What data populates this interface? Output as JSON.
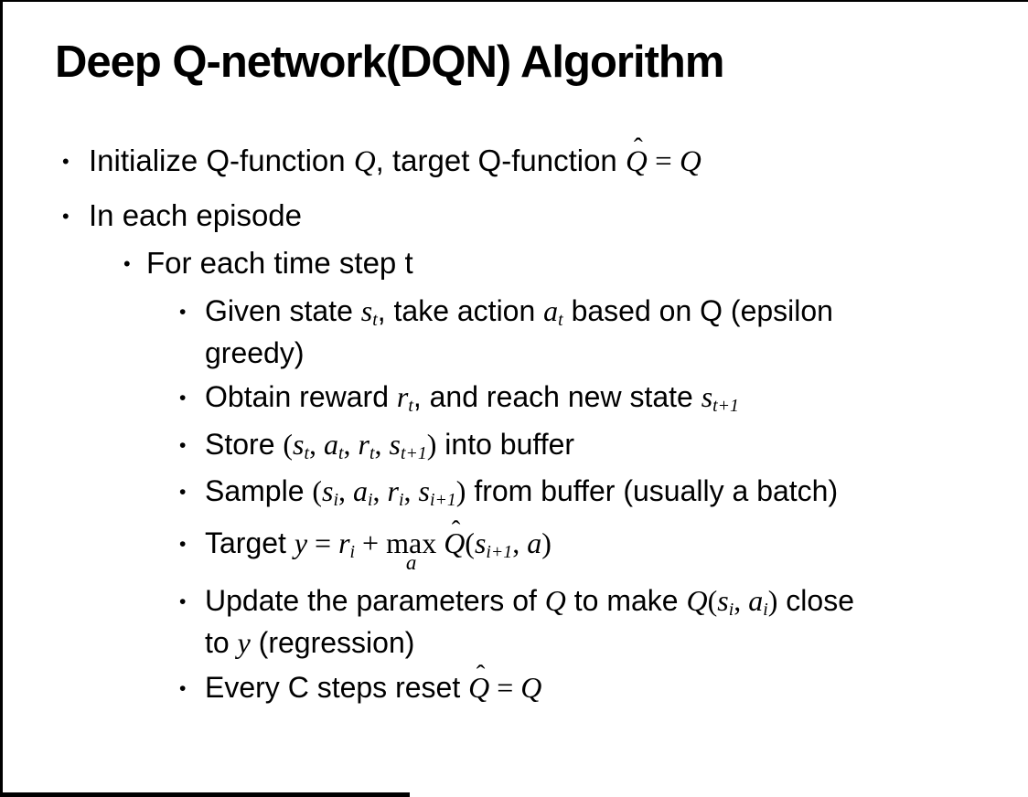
{
  "slide": {
    "title": "Deep Q-network(DQN) Algorithm",
    "colors": {
      "text": "#000000",
      "background": "#ffffff",
      "border": "#000000"
    },
    "bullet_glyph": "•",
    "hat_glyph": "ˆ",
    "bullets": [
      {
        "level": 1,
        "lines": [
          [
            {
              "t": "text",
              "v": "Initialize Q-function "
            },
            {
              "t": "m",
              "v": "Q"
            },
            {
              "t": "text",
              "v": ", target Q-function "
            },
            {
              "t": "mhat",
              "v": "Q"
            },
            {
              "t": "mo",
              "v": " = "
            },
            {
              "t": "m",
              "v": "Q"
            }
          ]
        ]
      },
      {
        "level": 1,
        "lines": [
          [
            {
              "t": "text",
              "v": "In each episode"
            }
          ]
        ]
      },
      {
        "level": 2,
        "lines": [
          [
            {
              "t": "text",
              "v": "For each time step t"
            }
          ]
        ]
      },
      {
        "level": 3,
        "lines": [
          [
            {
              "t": "text",
              "v": "Given state "
            },
            {
              "t": "msub",
              "b": "s",
              "s": "t"
            },
            {
              "t": "text",
              "v": ", take action "
            },
            {
              "t": "msub",
              "b": "a",
              "s": "t"
            },
            {
              "t": "text",
              "v": " based on Q (epsilon"
            }
          ],
          [
            {
              "t": "text",
              "v": "greedy)"
            }
          ]
        ]
      },
      {
        "level": 3,
        "lines": [
          [
            {
              "t": "text",
              "v": "Obtain reward "
            },
            {
              "t": "msub",
              "b": "r",
              "s": "t"
            },
            {
              "t": "text",
              "v": ", and reach new state "
            },
            {
              "t": "msub",
              "b": "s",
              "s": "t+1"
            }
          ]
        ]
      },
      {
        "level": 3,
        "lines": [
          [
            {
              "t": "text",
              "v": "Store "
            },
            {
              "t": "mo",
              "v": "("
            },
            {
              "t": "msub",
              "b": "s",
              "s": "t"
            },
            {
              "t": "mo",
              "v": ", "
            },
            {
              "t": "msub",
              "b": "a",
              "s": "t"
            },
            {
              "t": "mo",
              "v": ", "
            },
            {
              "t": "msub",
              "b": "r",
              "s": "t"
            },
            {
              "t": "mo",
              "v": ", "
            },
            {
              "t": "msub",
              "b": "s",
              "s": "t+1"
            },
            {
              "t": "mo",
              "v": ")"
            },
            {
              "t": "text",
              "v": " into buffer"
            }
          ]
        ]
      },
      {
        "level": 3,
        "lines": [
          [
            {
              "t": "text",
              "v": "Sample "
            },
            {
              "t": "mo",
              "v": "("
            },
            {
              "t": "msub",
              "b": "s",
              "s": "i"
            },
            {
              "t": "mo",
              "v": ", "
            },
            {
              "t": "msub",
              "b": "a",
              "s": "i"
            },
            {
              "t": "mo",
              "v": ", "
            },
            {
              "t": "msub",
              "b": "r",
              "s": "i"
            },
            {
              "t": "mo",
              "v": ", "
            },
            {
              "t": "msub",
              "b": "s",
              "s": "i+1"
            },
            {
              "t": "mo",
              "v": ")"
            },
            {
              "t": "text",
              "v": " from buffer (usually a batch)"
            }
          ]
        ]
      },
      {
        "level": 3,
        "lines": [
          [
            {
              "t": "text",
              "v": "Target "
            },
            {
              "t": "m",
              "v": "y"
            },
            {
              "t": "mo",
              "v": " = "
            },
            {
              "t": "msub",
              "b": "r",
              "s": "i"
            },
            {
              "t": "mo",
              "v": " + "
            },
            {
              "t": "munder",
              "v": "max",
              "u": "a"
            },
            {
              "t": "mo",
              "v": " "
            },
            {
              "t": "mhat",
              "v": "Q"
            },
            {
              "t": "mo",
              "v": "("
            },
            {
              "t": "msub",
              "b": "s",
              "s": "i+1"
            },
            {
              "t": "mo",
              "v": ", "
            },
            {
              "t": "m",
              "v": "a"
            },
            {
              "t": "mo",
              "v": ")"
            }
          ]
        ]
      },
      {
        "level": 3,
        "lines": [
          [
            {
              "t": "text",
              "v": "Update the parameters of "
            },
            {
              "t": "m",
              "v": "Q"
            },
            {
              "t": "text",
              "v": " to make "
            },
            {
              "t": "m",
              "v": "Q"
            },
            {
              "t": "mo",
              "v": "("
            },
            {
              "t": "msub",
              "b": "s",
              "s": "i"
            },
            {
              "t": "mo",
              "v": ", "
            },
            {
              "t": "msub",
              "b": "a",
              "s": "i"
            },
            {
              "t": "mo",
              "v": ")"
            },
            {
              "t": "text",
              "v": " close"
            }
          ],
          [
            {
              "t": "text",
              "v": "to "
            },
            {
              "t": "m",
              "v": "y"
            },
            {
              "t": "text",
              "v": " (regression)"
            }
          ]
        ]
      },
      {
        "level": 3,
        "lines": [
          [
            {
              "t": "text",
              "v": "Every C steps reset "
            },
            {
              "t": "mhat",
              "v": "Q"
            },
            {
              "t": "mo",
              "v": " = "
            },
            {
              "t": "m",
              "v": "Q"
            }
          ]
        ]
      }
    ]
  }
}
